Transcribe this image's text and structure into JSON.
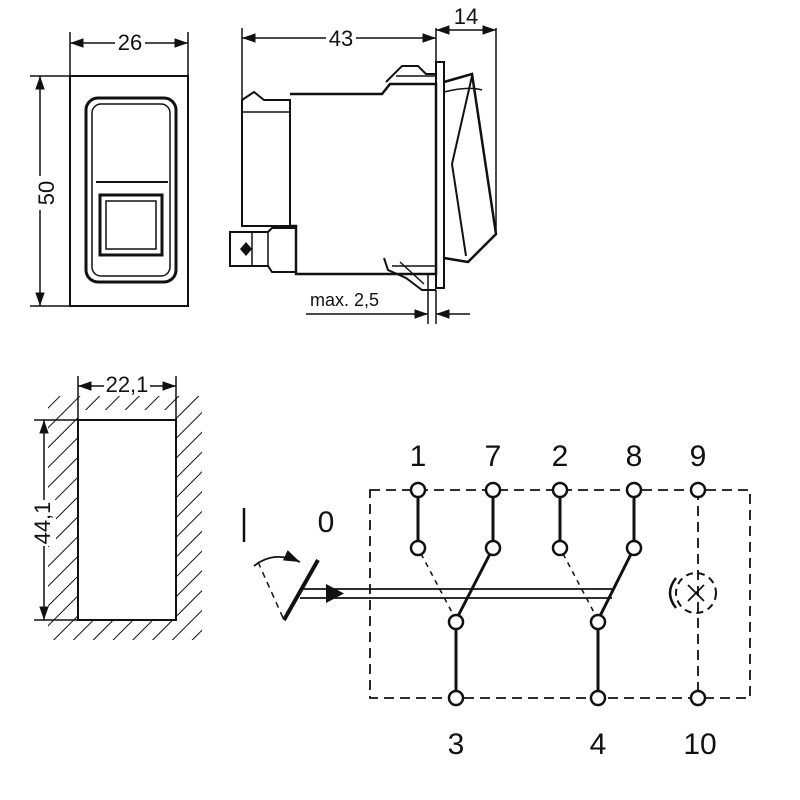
{
  "dimensions": {
    "front_width": "26",
    "front_height": "50",
    "side_depth": "43",
    "side_rocker": "14",
    "panel_thickness": "max. 2,5",
    "cutout_width": "22,1",
    "cutout_height": "44,1"
  },
  "schematic": {
    "off_position": "I",
    "on_position": "0",
    "top_terminals": [
      "1",
      "7",
      "2",
      "8",
      "9"
    ],
    "bottom_terminals": [
      "3",
      "4",
      "10"
    ]
  },
  "colors": {
    "line": "#111111",
    "background": "#ffffff"
  }
}
